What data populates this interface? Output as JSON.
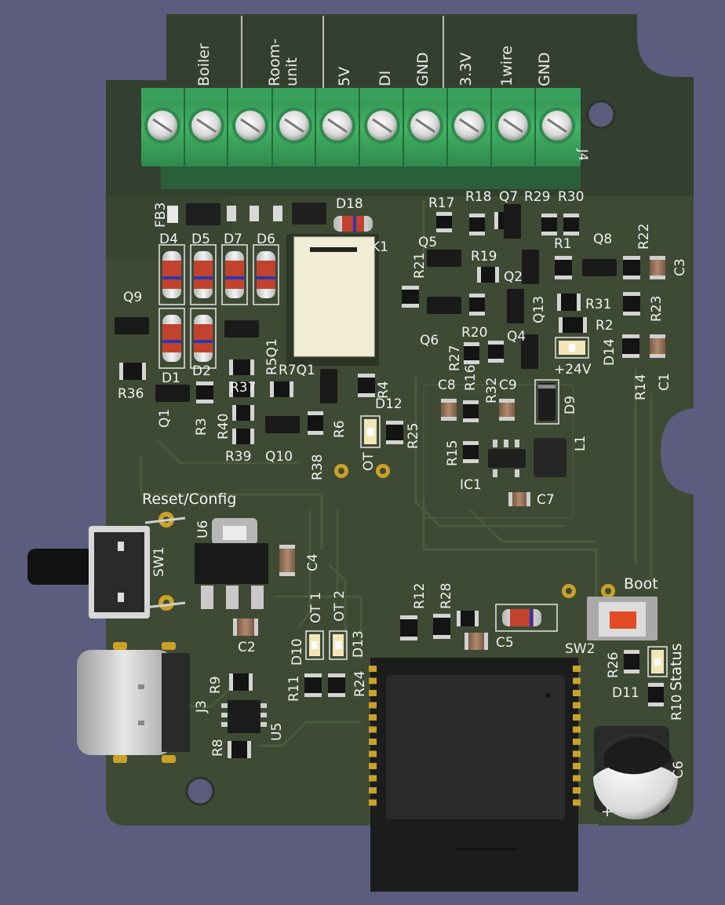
{
  "colors": {
    "background": "#5c5d7e",
    "board": "#3f4a35",
    "terminal": "#3aa25e",
    "silkscreen": "#f1f1f1"
  },
  "terminal_block": {
    "ref": "J4",
    "group_labels": [
      "Boiler",
      "Room-\nunit"
    ],
    "pin_labels": [
      "5V",
      "DI",
      "GND",
      "3.3V",
      "1wire",
      "GND"
    ]
  },
  "labels": {
    "FB3": "FB3",
    "D4": "D4",
    "D5": "D5",
    "D7": "D7",
    "D6": "D6",
    "D18": "D18",
    "K1": "K1",
    "Q9": "Q9",
    "D1": "D1",
    "D2": "D2",
    "Q1a": "Q1",
    "R36": "R36",
    "R5Q1": "R5Q1",
    "R7Q1": "R7Q1",
    "R37": "R37",
    "R3": "R3",
    "R40": "R40",
    "R39": "R39",
    "Q10": "Q10",
    "R38": "R38",
    "R6": "R6",
    "R4": "R4",
    "D12": "D12",
    "R25": "R25",
    "OT": "OT",
    "R17": "R17",
    "R18Q7": "R18",
    "Q7": "Q7",
    "R29": "R29",
    "R30": "R30",
    "Q5": "Q5",
    "R21": "R21",
    "R19": "R19",
    "Q2": "Q2",
    "R1": "R1",
    "Q8": "Q8",
    "R22": "R22",
    "C3": "C3",
    "Q6": "Q6",
    "Q13": "Q13",
    "R31": "R31",
    "R23": "R23",
    "R2": "R2",
    "R20": "R20",
    "Q4": "Q4",
    "R27": "R27",
    "D14": "D14",
    "plus24V": "+24V",
    "R14": "R14",
    "C1": "C1",
    "C8": "C8",
    "R16": "R16",
    "R32": "R32",
    "C9": "C9",
    "D9": "D9",
    "R15": "R15",
    "IC1": "IC1",
    "L1": "L1",
    "C7": "C7",
    "reset_config": "Reset/Config",
    "SW1": "SW1",
    "U6": "U6",
    "C4": "C4",
    "C2": "C2",
    "OT1": "OT 1",
    "OT2": "OT 2",
    "D10": "D10",
    "D13": "D13",
    "R11": "R11",
    "R24": "R24",
    "R12": "R12",
    "R28": "R28",
    "C5": "C5",
    "Boot": "Boot",
    "SW2": "SW2",
    "R26": "R26",
    "Status": "Status",
    "D11": "D11",
    "R10": "R10",
    "J3": "J3",
    "R9": "R9",
    "R8": "R8",
    "U5": "U5",
    "C6": "C6",
    "plus": "+"
  }
}
